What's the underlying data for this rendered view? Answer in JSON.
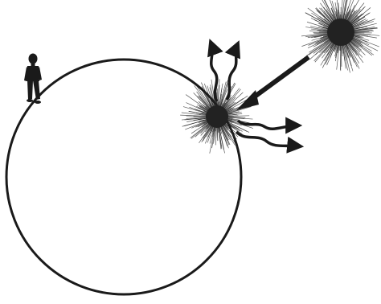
{
  "diagram": {
    "ink_color": "#1a1a1a",
    "spike_color": "#222222",
    "background": "#ffffff",
    "elements": {
      "planet": "circle",
      "person": "standing-person-silhouette",
      "incoming_object": "spiky-ball",
      "impact": "burst",
      "ejecta": "wavy-arrows"
    }
  }
}
